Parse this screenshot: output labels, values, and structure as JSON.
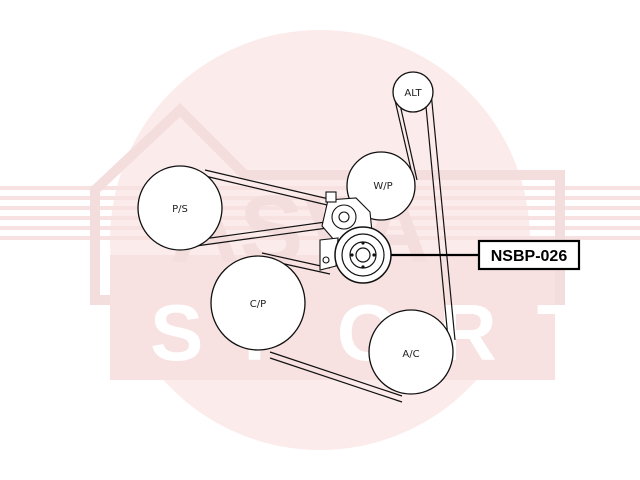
{
  "watermark": {
    "brand_top": "ASVA",
    "brand_bottom": "SPORT",
    "color": "#e05a5a"
  },
  "pulleys": {
    "alt": "ALT",
    "wp": "W/P",
    "ps": "P/S",
    "cp": "C/P",
    "ac": "A/C"
  },
  "part_number": "NSBP-026",
  "colors": {
    "line": "#111111",
    "background": "#ffffff"
  }
}
